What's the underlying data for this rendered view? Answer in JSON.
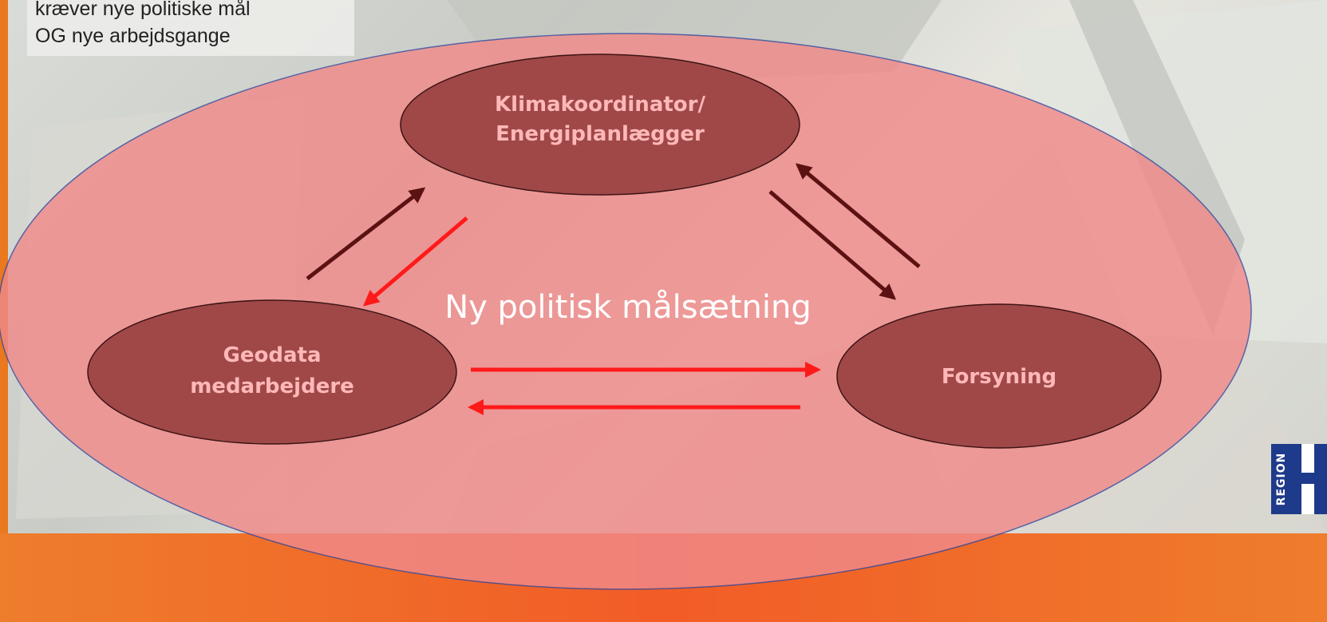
{
  "caption": {
    "line1": "kræver nye politiske mål",
    "line2": "OG nye arbejdsgange"
  },
  "center_label": "Ny politisk målsætning",
  "nodes": {
    "klima": {
      "line1": "Klimakoordinator/",
      "line2": "Energiplanlægger"
    },
    "geodata": {
      "line1": "Geodata",
      "line2": "medarbejdere"
    },
    "forsyning": {
      "line1": "Forsyning"
    }
  },
  "logo": {
    "text": "REGION",
    "icon": "region-h-logo"
  },
  "colors": {
    "outer_ellipse_fill": "#f08a8a",
    "outer_ellipse_stroke": "#3a4b9c",
    "node_fill": "#a04848",
    "node_stroke": "#3d1414",
    "node_text": "#ffb8b8",
    "center_text": "#ffffff",
    "arrow_dark": "#5c1212",
    "arrow_red": "#ff1a1a",
    "bottom_band": "#ee7d2c",
    "left_edge": "#e9781f",
    "logo_blue": "#1e3a8a"
  }
}
